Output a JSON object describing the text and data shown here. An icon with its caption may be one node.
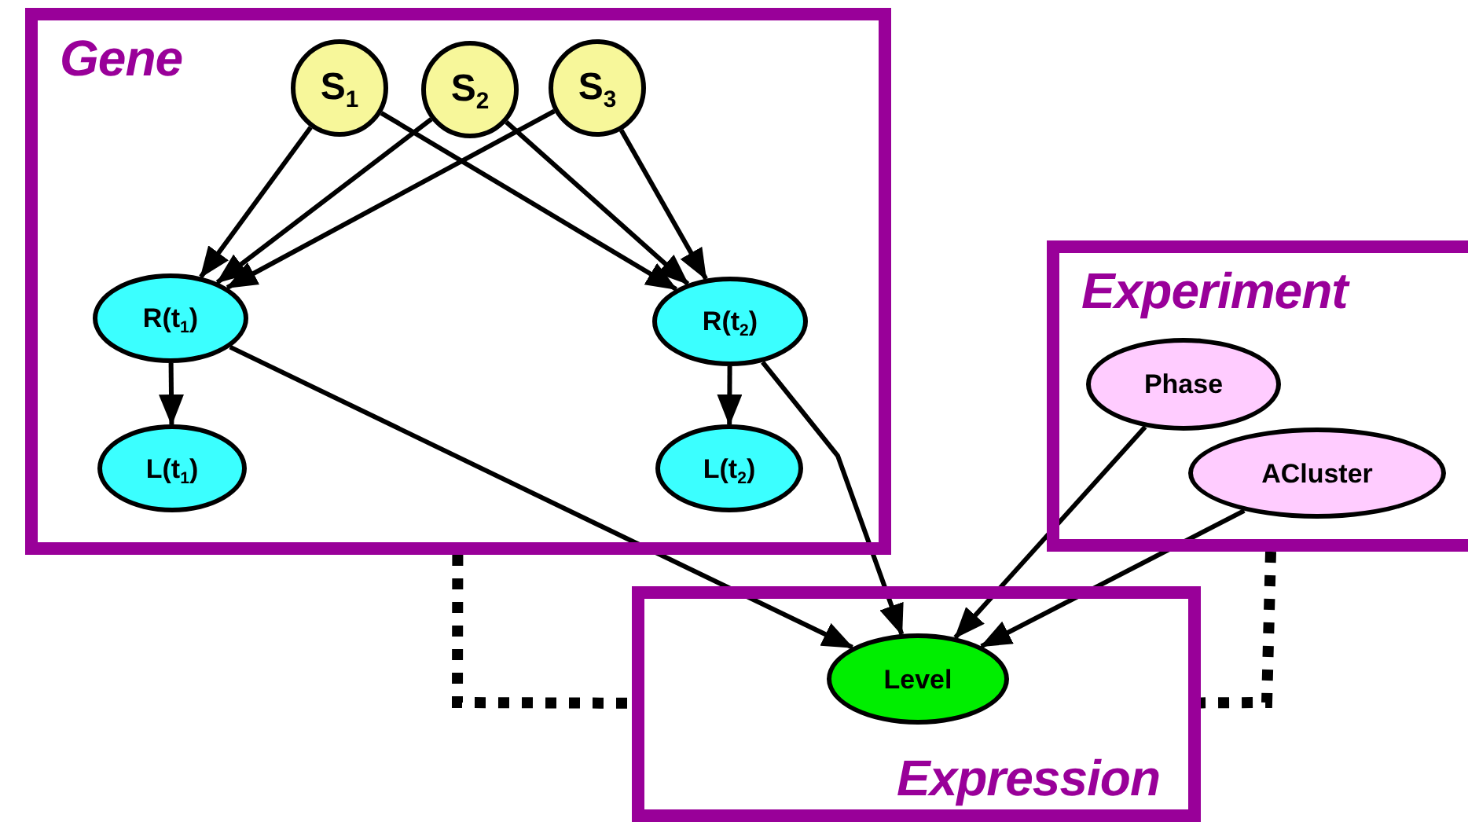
{
  "diagram": {
    "nodes": [
      {
        "text": [
          "Gene"
        ]
      },
      {
        "text": [
          "S$_{1}$"
        ],
        "in": 0
      },
      {
        "text": [
          "S$_{2}$"
        ],
        "in": 0
      },
      {
        "text": [
          "S$_{3}$"
        ],
        "in": 0
      },
      {
        "text": [
          "R(t$_{1}$)"
        ],
        "in": 0
      },
      {
        "text": [
          "R(t$_{2}$)"
        ],
        "in": 0
      },
      {
        "text": [
          "L(t$_{1}$)"
        ],
        "in": 0
      },
      {
        "text": [
          "L(t$_{2}$)"
        ],
        "in": 0
      },
      {
        "text": [
          "Experiment"
        ]
      },
      {
        "text": [
          "Phase"
        ],
        "in": 8
      },
      {
        "text": [
          "ACluster"
        ],
        "in": 8
      },
      {
        "text": [
          "Expression"
        ]
      },
      {
        "text": [
          "Level"
        ],
        "in": 11
      }
    ],
    "edges": [
      {
        "from": 1,
        "to": 4,
        "arrow": "to"
      },
      {
        "from": 1,
        "to": 5,
        "arrow": "to"
      },
      {
        "from": 2,
        "to": 4,
        "arrow": "to"
      },
      {
        "from": 2,
        "to": 5,
        "arrow": "to"
      },
      {
        "from": 3,
        "to": 4,
        "arrow": "to"
      },
      {
        "from": 3,
        "to": 5,
        "arrow": "to"
      },
      {
        "from": 4,
        "to": 6,
        "arrow": "to"
      },
      {
        "from": 5,
        "to": 7,
        "arrow": "to"
      },
      {
        "from": 4,
        "to": 12,
        "arrow": "to"
      },
      {
        "from": 5,
        "to": 12,
        "arrow": "to"
      },
      {
        "from": 9,
        "to": 12,
        "arrow": "to"
      },
      {
        "from": 10,
        "to": 12,
        "arrow": "to"
      },
      {
        "from": 0,
        "to": 11,
        "arrow": "none",
        "style": "dashed"
      },
      {
        "from": 8,
        "to": 11,
        "arrow": "none",
        "style": "dashed"
      }
    ]
  }
}
